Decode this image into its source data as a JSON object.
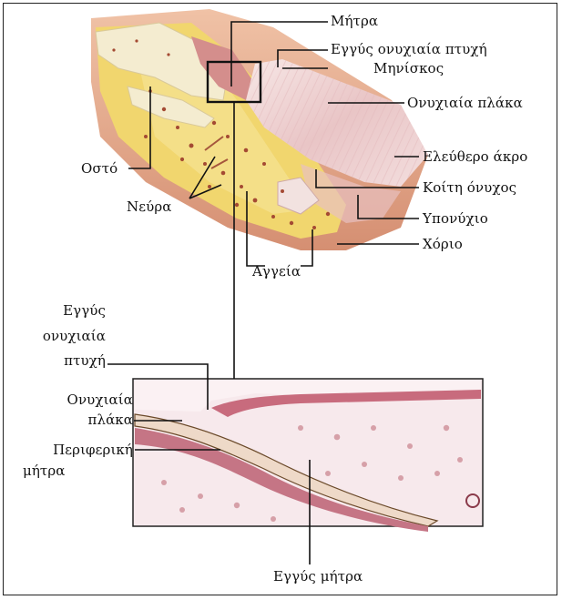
{
  "labels": {
    "mitra": "Μήτρα",
    "eggys_onyxiaia_ptyxi_top": "Εγγύς ονυχιαία πτυχή",
    "mniskos": "Μηνίσκος",
    "onyxiaia_plaka_top": "Ονυχιαία πλάκα",
    "eleythero_akro": "Ελεύθερο άκρο",
    "koiti_onyxos": "Κοίτη όνυχος",
    "ostо": "Οστό",
    "neyra": "Νεύρα",
    "ypony­xio": "Υπονύχιο",
    "chorio": "Χόριο",
    "aggeia": "Αγγεία",
    "eggys_ptyxi_bottom_line1": "Εγγύς",
    "eggys_ptyxi_bottom_line2": "ονυχιαία",
    "eggys_ptyxi_bottom_line3": "πτυχή",
    "onyxiaia_plaka_bottom_line1": "Ονυχιαία",
    "onyxiaia_plaka_bottom_line2": "πλάκα",
    "periferiki_line1": "Περιφερική",
    "periferiki_line2": "μήτρα",
    "eggys_mitra": "Εγγύς μήτρα"
  },
  "colors": {
    "skin": "#e8b49c",
    "skin_dark": "#c9856e",
    "fat": "#f3dc78",
    "fat_light": "#f8eaa6",
    "bone": "#f3ecd2",
    "nail": "#efd8d8",
    "vessel": "#a0452e",
    "tissue": "#f7e8ea",
    "tissue_dark": "#d9a1aa",
    "dermis_band": "#c66b7c",
    "line": "#111111"
  }
}
